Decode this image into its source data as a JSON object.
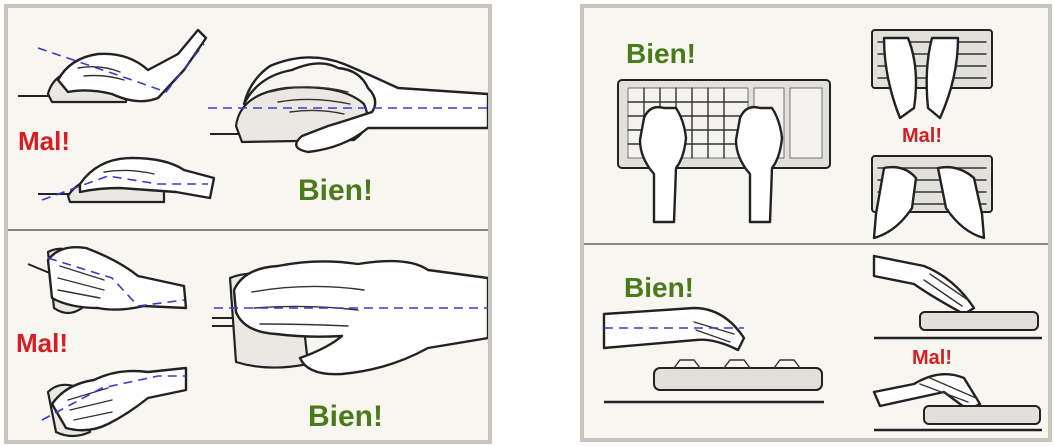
{
  "colors": {
    "wrong": "#d41e24",
    "right": "#4a7a1a",
    "guide_line": "#3a3ad0",
    "panel_bg": "#f7f6f1",
    "frame": "#c8c5bd"
  },
  "mouse_panel": {
    "top": {
      "wrong_label": "Mal!",
      "right_label": "Bien!"
    },
    "bottom": {
      "wrong_label": "Mal!",
      "right_label": "Bien!"
    }
  },
  "keyboard_panel": {
    "top": {
      "right_label": "Bien!",
      "wrong_label": "Mal!"
    },
    "bottom": {
      "right_label": "Bien!",
      "wrong_label": "Mal!"
    }
  },
  "icons": [
    "hand-on-mouse-illustration",
    "hands-on-keyboard-illustration",
    "wrist-posture-illustration"
  ]
}
